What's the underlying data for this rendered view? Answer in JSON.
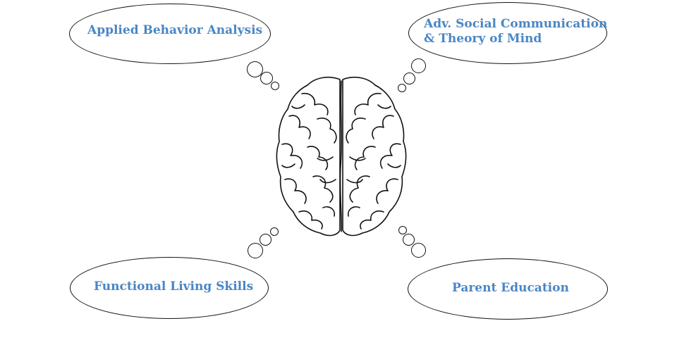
{
  "title": "Services Overview",
  "colors": {
    "label_blue": "#4a86c5",
    "outline": "#111111",
    "background": "#ffffff"
  },
  "bubbles": {
    "top_left": {
      "label": "Applied Behavior Analysis"
    },
    "top_right": {
      "line1": "Adv. Social Communication",
      "line2": "& Theory of Mind"
    },
    "bottom_left": {
      "label": "Functional Living Skills"
    },
    "bottom_right": {
      "label": "Parent Education"
    }
  },
  "center_icon": "brain-icon"
}
